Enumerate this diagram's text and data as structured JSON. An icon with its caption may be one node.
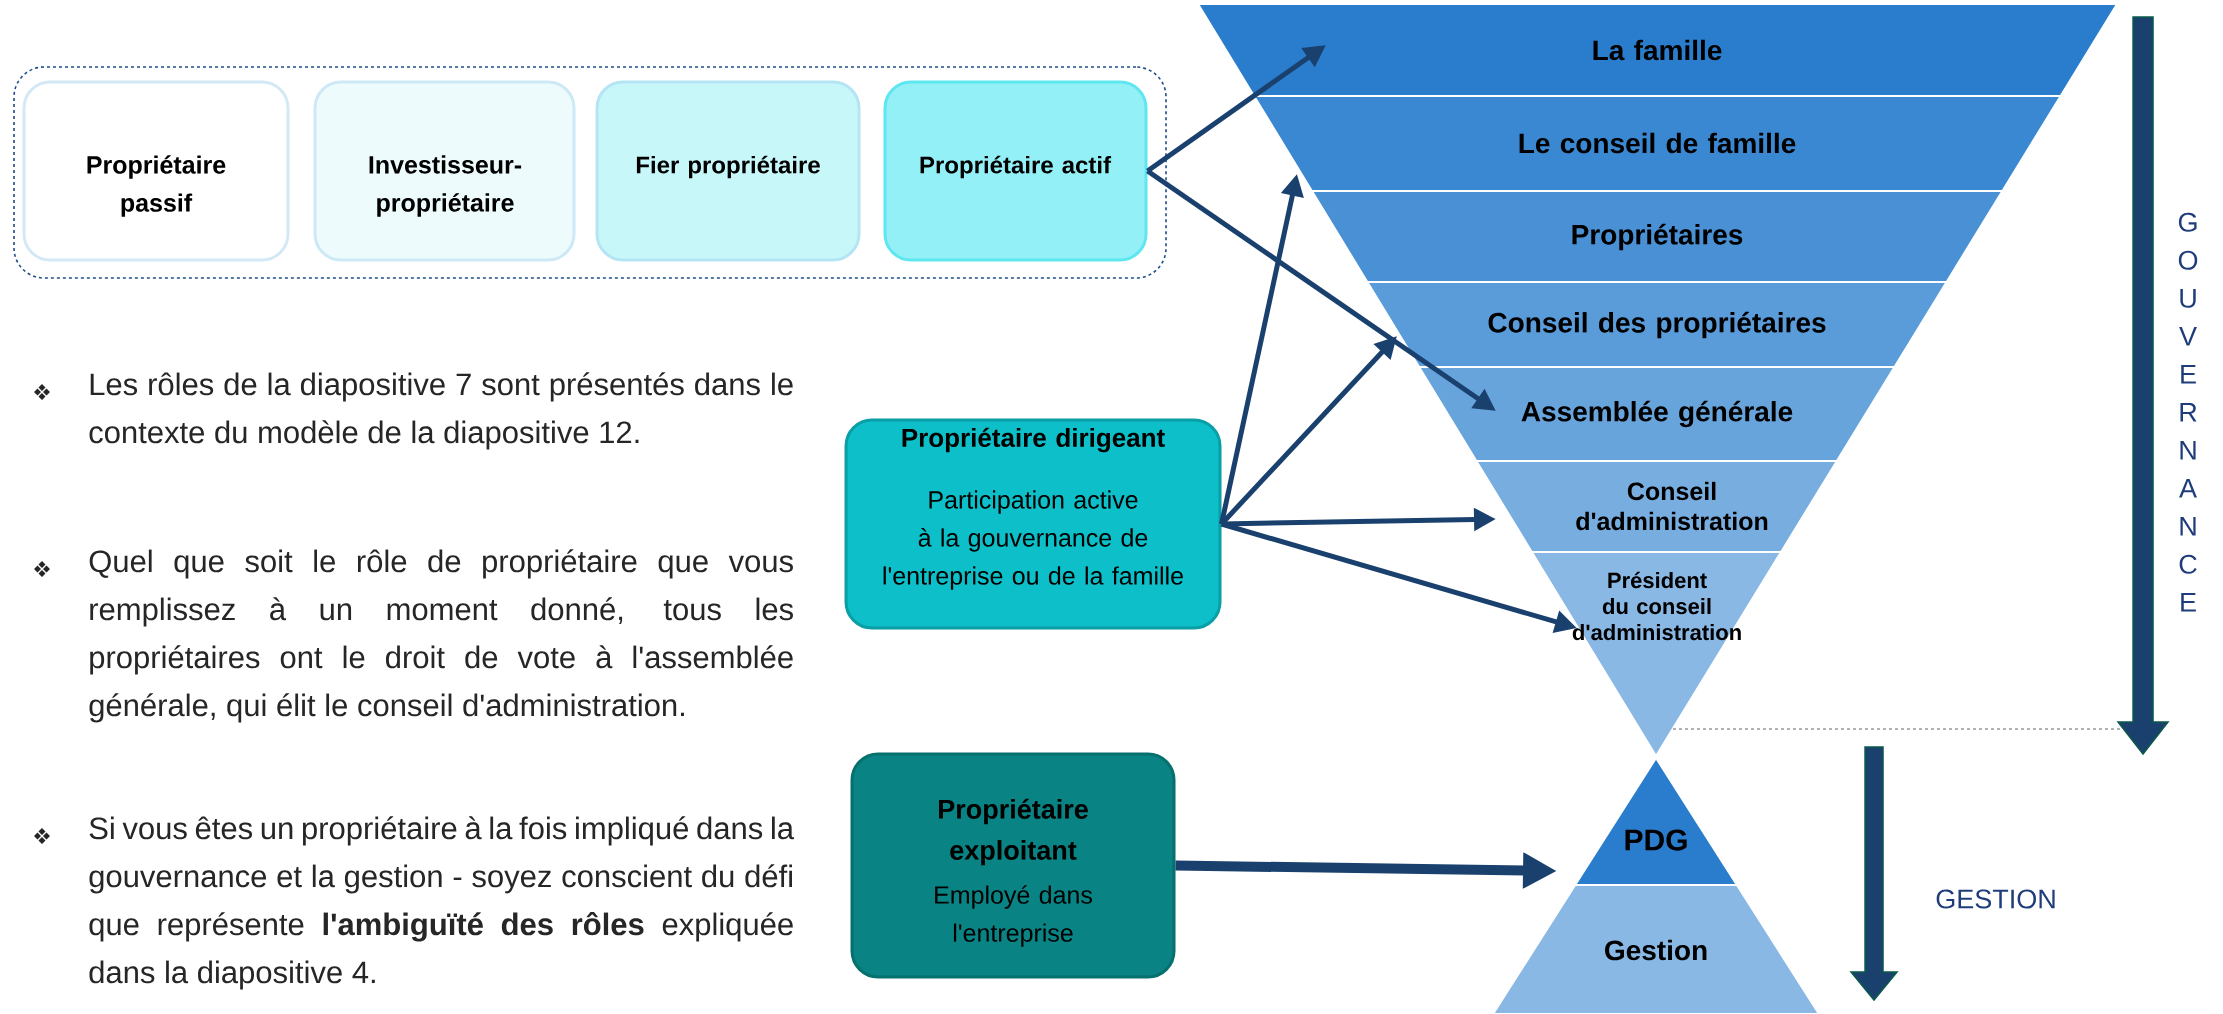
{
  "diagram": {
    "nodes": [
      {
        "text": [],
        "shape": "box"
      },
      {
        "text": [
          "Propriétaire passif"
        ],
        "in": 0
      },
      {
        "text": [
          "Investisseur-propriétaire"
        ],
        "in": 0
      },
      {
        "text": [
          "Fier propriétaire"
        ],
        "in": 0
      },
      {
        "text": [
          "Propriétaire actif"
        ],
        "in": 0
      },
      {
        "text": [
          "Propriétaire dirigeant",
          "Participation active à la gouvernance de l'entreprise ou de la famille"
        ]
      },
      {
        "text": [
          "Propriétaire exploitant",
          "Employé dans l'entreprise"
        ]
      },
      {
        "text": [
          "La famille"
        ]
      },
      {
        "text": [
          "Le conseil de famille"
        ]
      },
      {
        "text": [
          "Propriétaires"
        ]
      },
      {
        "text": [
          "Conseil des propriétaires"
        ]
      },
      {
        "text": [
          "Assemblée générale"
        ]
      },
      {
        "text": [
          "Conseil d'administration"
        ]
      },
      {
        "text": [
          "Président du conseil d'administration"
        ]
      },
      {
        "text": [
          "PDG"
        ]
      },
      {
        "text": [
          "Gestion"
        ]
      }
    ],
    "edges": [
      {
        "from": 4,
        "to": 7,
        "arrow": "to"
      },
      {
        "from": 4,
        "to": 11,
        "arrow": "to"
      },
      {
        "from": 5,
        "to": 8,
        "arrow": "to"
      },
      {
        "from": 5,
        "to": 10,
        "arrow": "to"
      },
      {
        "from": 5,
        "to": 12,
        "arrow": "to"
      },
      {
        "from": 5,
        "to": 13,
        "arrow": "to"
      },
      {
        "from": 6,
        "to": 14,
        "arrow": "to",
        "style": "thick"
      }
    ],
    "labels": [
      "Les rôles de la diapositive 7 sont présentés dans le contexte du modèle de la diapositive 12.",
      "Quel que soit le rôle de propriétaire que vous remplissez à un moment donné, tous les propriétaires ont le droit de vote à l'assemblée générale, qui élit le conseil d'administration.",
      "Si vous êtes un propriétaire à la fois impliqué dans la gouvernance et la gestion - soyez conscient du défi que représente **l'ambiguïté des rôles** expliquée dans la diapositive 4.",
      "GOUVERNANCE",
      "GESTION"
    ]
  }
}
